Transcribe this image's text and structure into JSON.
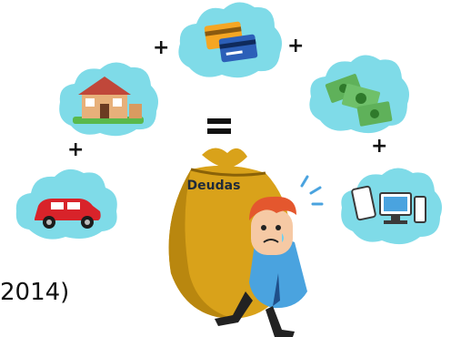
{
  "scene": {
    "bag_label": "Deudas",
    "year_caption": "2014)",
    "operators": {
      "plus": "+",
      "equals": "="
    },
    "items": [
      {
        "name": "car",
        "icon": "car-icon"
      },
      {
        "name": "house",
        "icon": "house-icon"
      },
      {
        "name": "credit-cards",
        "icon": "credit-cards-icon"
      },
      {
        "name": "money",
        "icon": "money-icon"
      },
      {
        "name": "electronics",
        "icon": "electronics-icon"
      }
    ],
    "colors": {
      "cloud": "#7fdbe8",
      "bag": "#d9a21a",
      "bag_shadow": "#b9870f",
      "shirt": "#4aa3df",
      "hair": "#e4572e",
      "car": "#d8232a",
      "money": "#5fb15a"
    }
  }
}
